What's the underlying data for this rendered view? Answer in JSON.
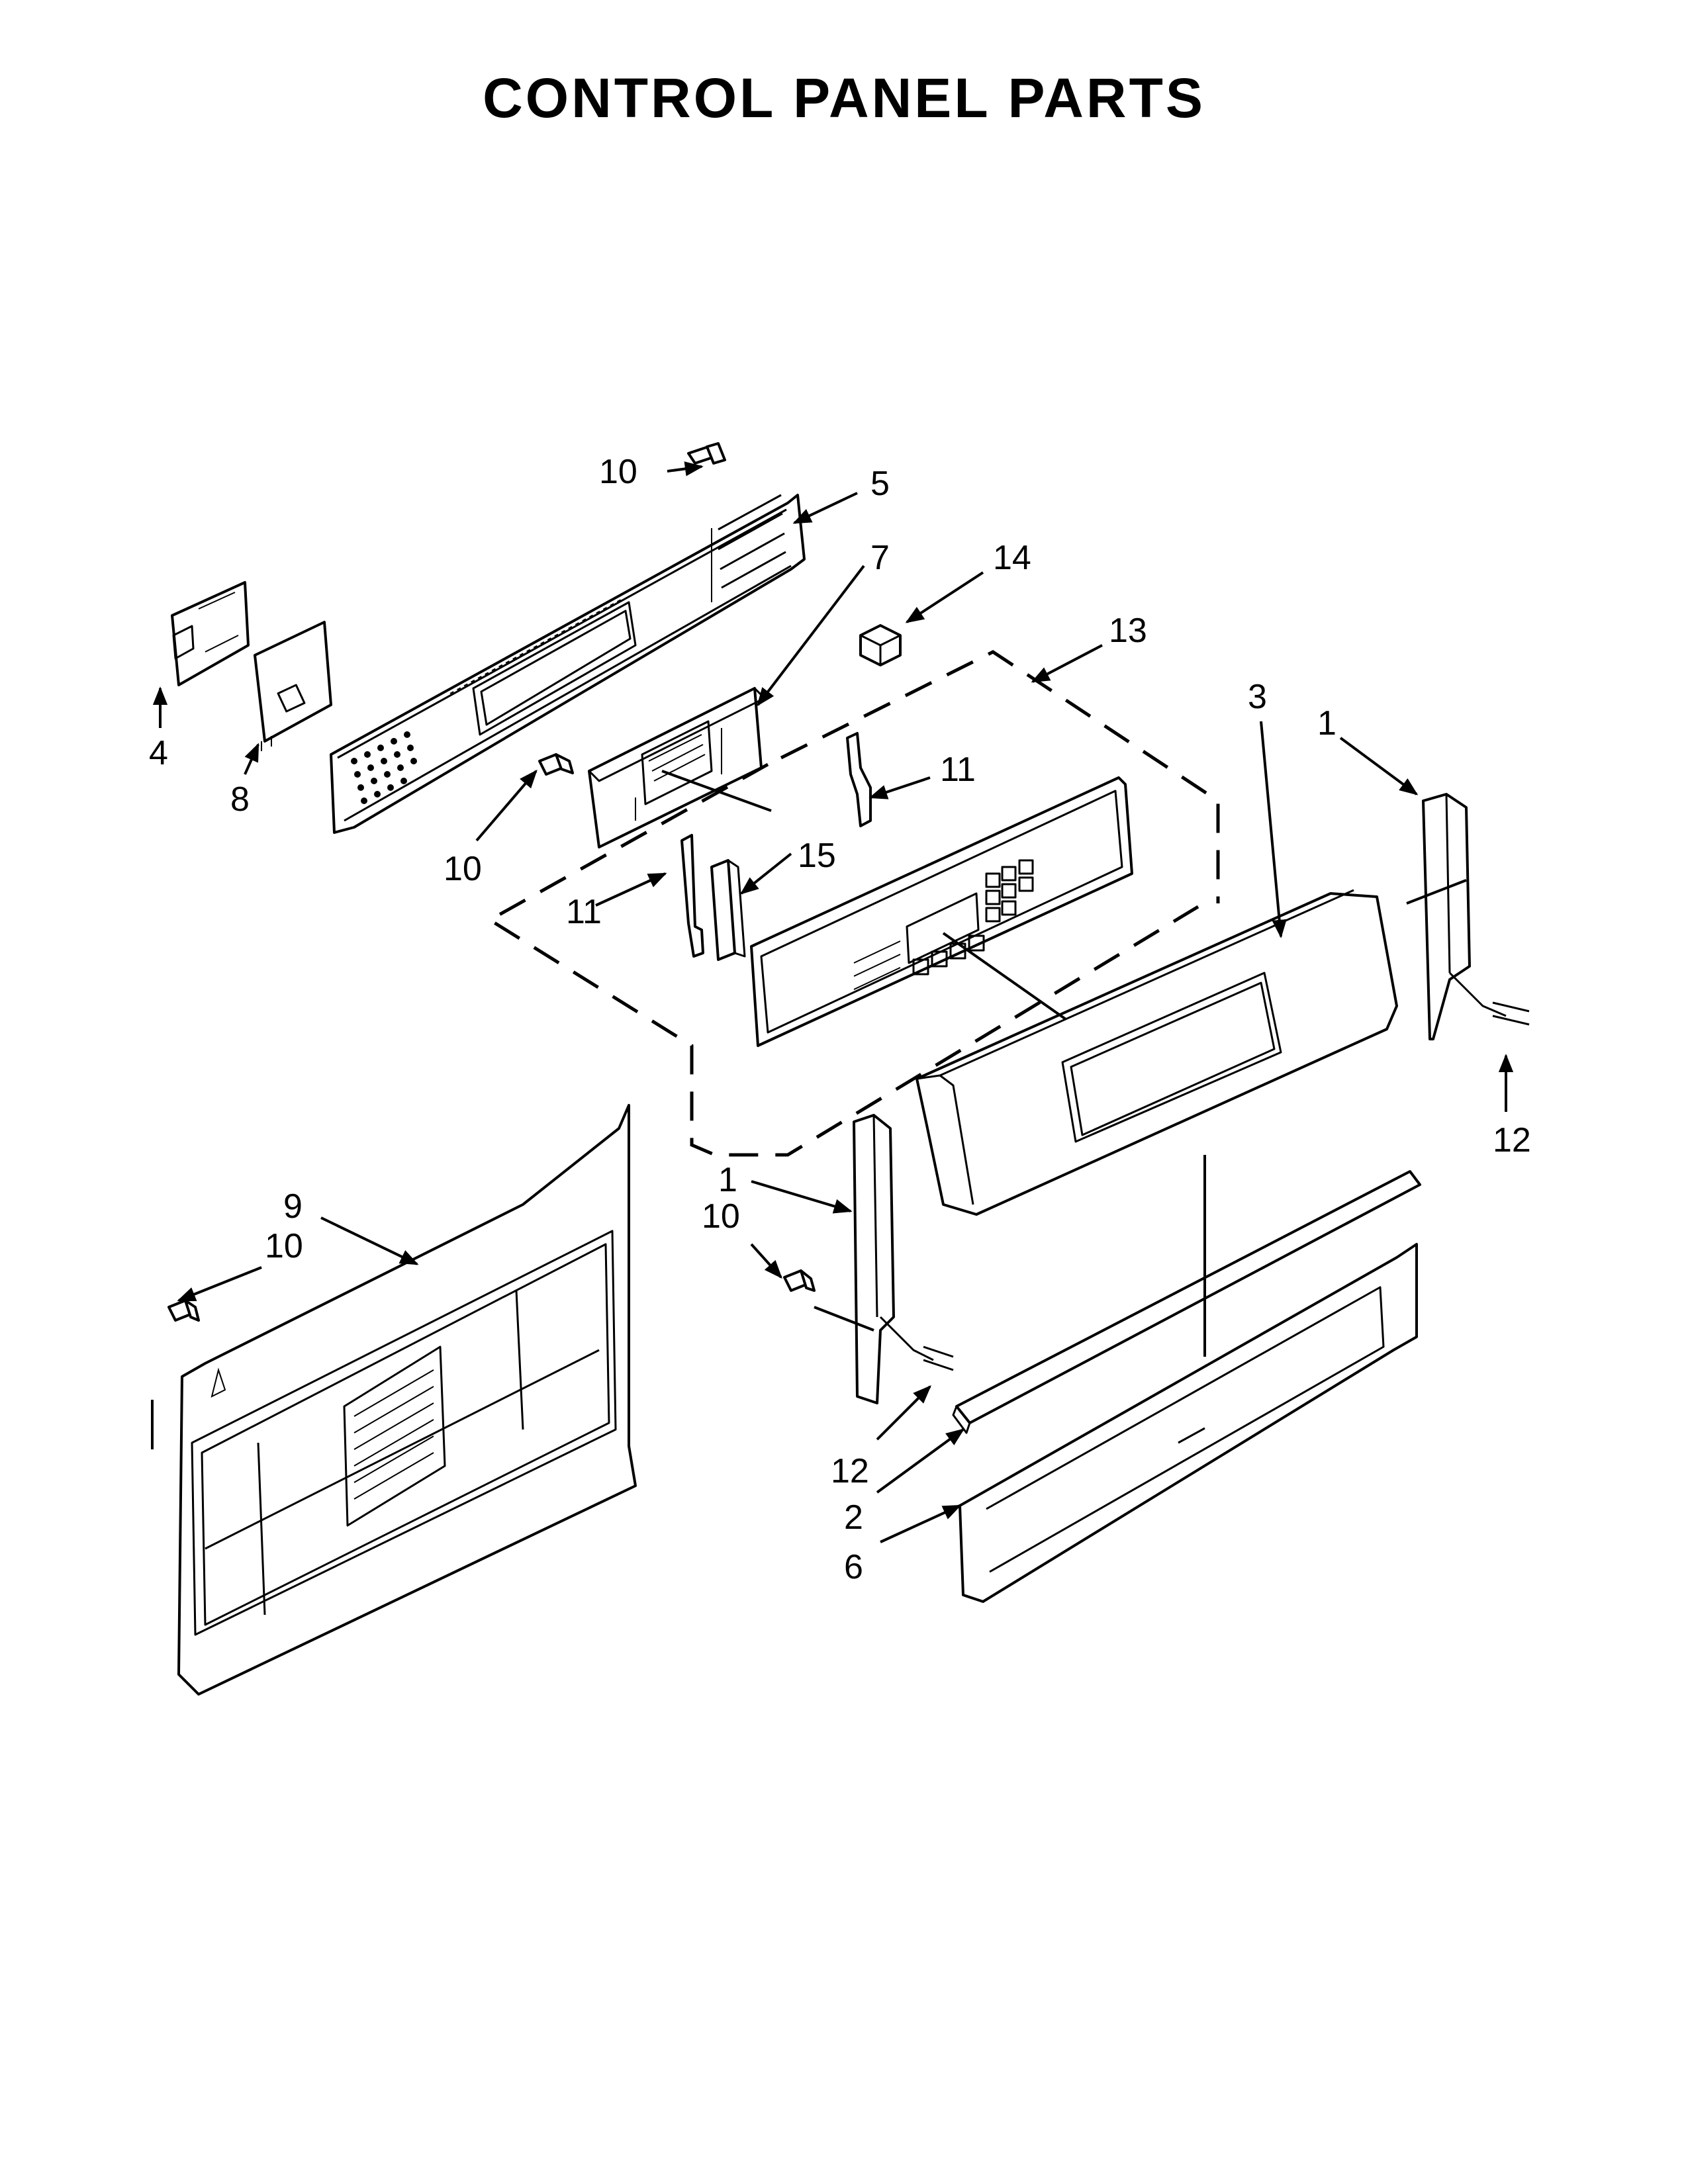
{
  "title": "CONTROL PANEL PARTS",
  "callouts": {
    "c10_top": "10",
    "c5": "5",
    "c7": "7",
    "c14": "14",
    "c13": "13",
    "c4": "4",
    "c8": "8",
    "c10_mid": "10",
    "c11_right": "11",
    "c15": "15",
    "c11_left": "11",
    "c3": "3",
    "c1_right": "1",
    "c12_right": "12",
    "c9": "9",
    "c10_left": "10",
    "c1_center": "1",
    "c10_center": "10",
    "c12_center": "12",
    "c2": "2",
    "c6": "6"
  }
}
